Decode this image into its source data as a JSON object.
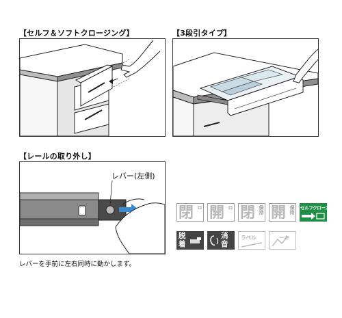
{
  "sections": {
    "self_soft_closing": {
      "heading": "【セルフ＆ソフトクロージング】"
    },
    "three_tier": {
      "heading": "【3段引タイプ】"
    },
    "rail_removal": {
      "heading": "【レールの取り外し】",
      "callout": "レバー(左側)",
      "caption": "レバーを手前に左右同時に動かします。"
    }
  },
  "feature_icons": {
    "row1": [
      {
        "kanji": "閉",
        "sub": "ロ"
      },
      {
        "kanji": "開",
        "sub": "ロ"
      },
      {
        "kanji": "閉",
        "sub": "保持"
      },
      {
        "kanji": "開",
        "sub": "保持"
      },
      {
        "label": "セルフクローズ"
      }
    ],
    "row2": [
      {
        "line1": "脱",
        "line2": "着"
      },
      {
        "line1": "消",
        "line2": "音"
      },
      {
        "label": "ラベル"
      },
      {
        "label": "ーキ"
      }
    ]
  },
  "colors": {
    "accent_green": "#1e8f45",
    "icon_gray": "#b9b9b9",
    "dark_icon": "#444444"
  }
}
